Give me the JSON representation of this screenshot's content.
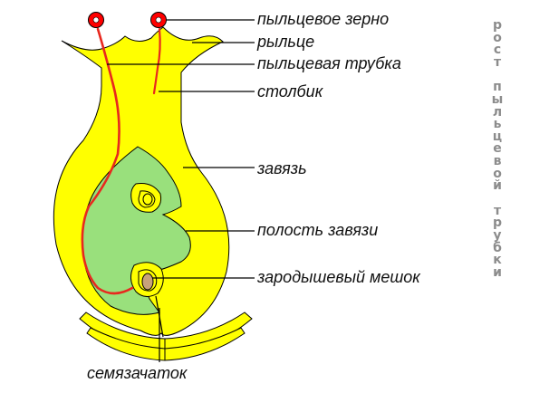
{
  "labels": {
    "pollen_grain": "пыльцевое зерно",
    "stigma": "рыльце",
    "pollen_tube": "пыльцевая трубка",
    "style": "столбик",
    "ovary": "завязь",
    "ovary_cavity": "полость завязи",
    "embryo_sac": "зародышевый мешок",
    "ovule": "семязачаток"
  },
  "vertical_caption": [
    "рост",
    "пыльцевой",
    "трубки"
  ],
  "colors": {
    "pistil": "#ffff00",
    "cavity": "#99e07c",
    "pollen": "#ff0000",
    "tube": "#e8281e",
    "sac": "#c8a27a",
    "lines": "#000000",
    "caption": "#8c8c8c"
  }
}
